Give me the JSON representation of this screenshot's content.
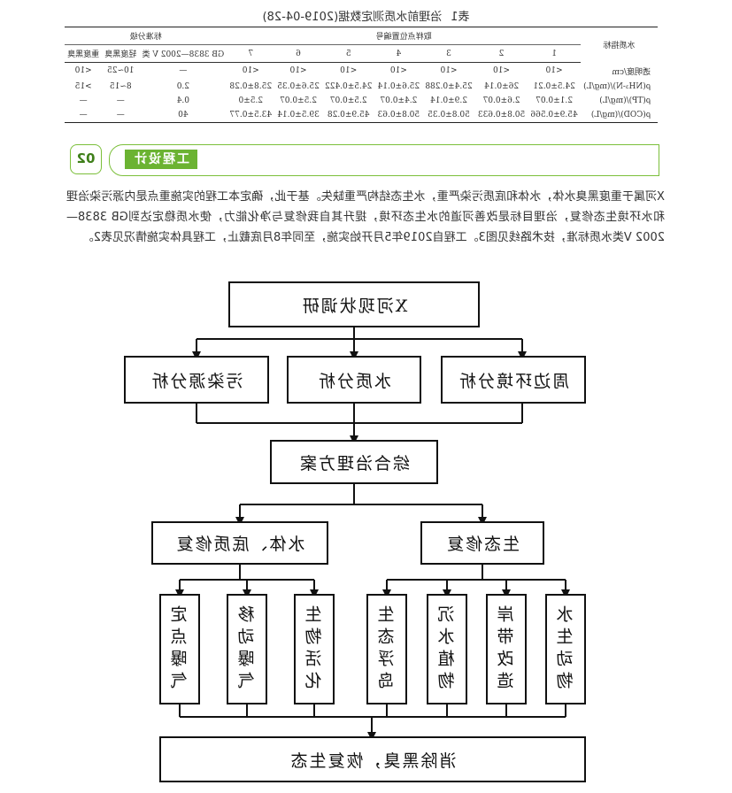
{
  "table": {
    "number": "表1",
    "title": "治理前水质测定数据(2019-04-28)",
    "header_index": "水质指标",
    "header_points": "取样点位置编号",
    "header_standard": "标准分级",
    "point_ids": [
      "1",
      "2",
      "3",
      "4",
      "5",
      "6",
      "7"
    ],
    "standard_cols": [
      "GB 3838—2002 V 类",
      "轻度黑臭",
      "重度黑臭"
    ],
    "rows": [
      {
        "name": "透明度/cm",
        "values": [
          "<10",
          "<10",
          "<10",
          "<10",
          "<10",
          "<10",
          "<10"
        ],
        "std": [
          "—",
          "10~25",
          "<10"
        ]
      },
      {
        "name": "ρ(NH₃-N)/(mg/L)",
        "values": [
          "24.5±0.21",
          "26±0.14",
          "25.4±0.288",
          "25.6±0.14",
          "24.5±0.422",
          "25.6±0.35",
          "25.8±0.28"
        ],
        "std": [
          "2.0",
          "8~15",
          ">15"
        ]
      },
      {
        "name": "ρ(TP)/(mg/L)",
        "values": [
          "2.1±0.07",
          "2.6±0.07",
          "2.9±0.14",
          "2.4±0.07",
          "2.5±0.07",
          "2.5±0.07",
          "2.5±0"
        ],
        "std": [
          "0.4",
          "—",
          "—"
        ]
      },
      {
        "name": "ρ(COD)/(mg/L)",
        "values": [
          "45.9±0.566",
          "50.8±0.633",
          "50.8±0.35",
          "50.8±0.63",
          "45.9±0.28",
          "39.5±0.14",
          "43.5±0.77"
        ],
        "std": [
          "40",
          "—",
          "—"
        ]
      }
    ]
  },
  "section": {
    "number": "02",
    "title": "工程设计"
  },
  "paragraph": "X河属于重度黑臭水体，水体和底质污染严重，水生态结构严重缺失。基于此，确定本工程的实施重点是内源污染治理和水环境生态修复，治理目标是改善河道的水生态环境，提升其自我修复与净化能力，使水质稳定达到GB 3838—2002 V类水质标准，技术路线见图3。工程自2019年5月开始实施，至同年8月底截止，工程具体实施情况见表2。",
  "flow": {
    "top": "X河现状调研",
    "analysis": [
      "污染源分析",
      "水质分析",
      "周边环境分析"
    ],
    "plan": "综合治理方案",
    "repairs": [
      "水体、底质修复",
      "生态修复"
    ],
    "measures": [
      "定点曝气",
      "移动曝气",
      "生物活化",
      "生态浮岛",
      "沉水植物",
      "岸带改造",
      "水生动物"
    ],
    "final": "消除黑臭，恢复生态"
  }
}
